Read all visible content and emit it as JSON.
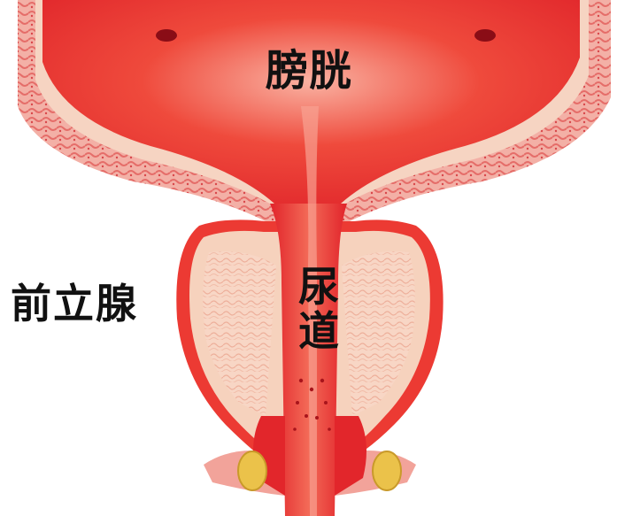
{
  "labels": {
    "bladder": "膀胱",
    "prostate": "前立腺",
    "urethra": "尿道"
  },
  "colors": {
    "tissue_red": "#e8262b",
    "bright_red": "#f04a3e",
    "light_red": "#f7a095",
    "pink_wall": "#f2a7a0",
    "cream": "#f7d9c8",
    "spongy": "#f4c7b3",
    "yellow": "#e9c34a"
  }
}
